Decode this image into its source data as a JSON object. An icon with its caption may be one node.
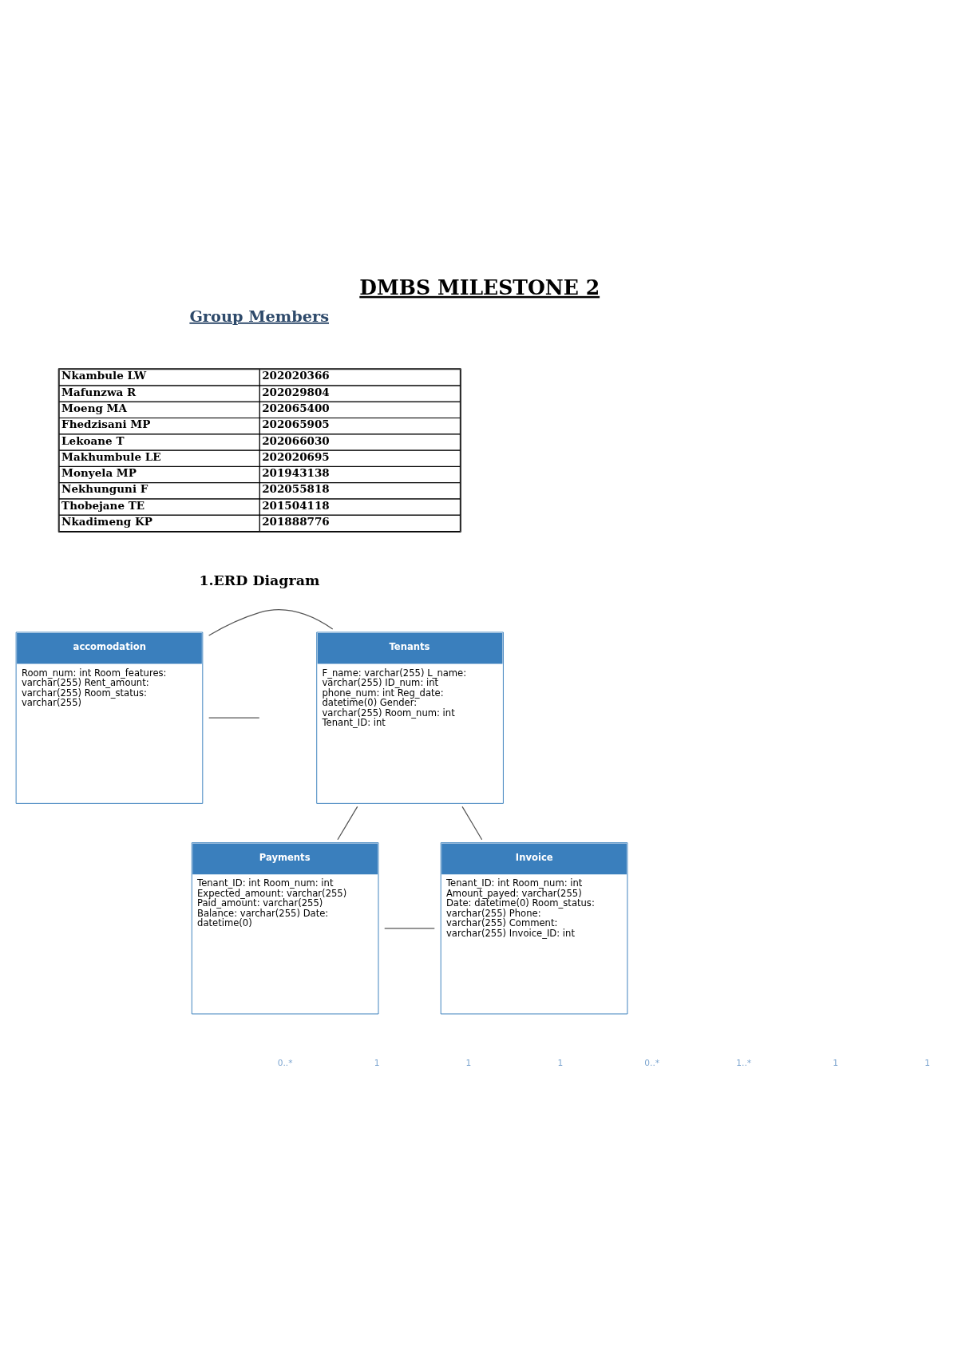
{
  "diagram": {
    "title": "DMBS MILESTONE 2",
    "nodes": [
      {
        "text": [
          "accomodation",
          "Room_num: int Room_features: varchar(255) Rent_amount: varchar(255) Room_status: varchar(255)"
        ]
      },
      {
        "text": [
          "Tenants",
          "F_name: varchar(255) L_name: varchar(255) ID_num: int phone_num: int Reg_date: datetime(0) Gender: varchar(255) Room_num: int Tenant_ID: int"
        ]
      },
      {
        "text": [
          "Payments",
          "Tenant_ID: int Room_num: int Expected_amount: varchar(255) Paid_amount: varchar(255) Balance: varchar(255) Date: datetime(0)"
        ]
      },
      {
        "text": [
          "Invoice",
          "Tenant_ID: int Room_num: int Amount_payed: varchar(255) Date: datetime(0) Room_status: varchar(255) Phone: varchar(255) Comment: varchar(255) Invoice_ID: int"
        ]
      }
    ],
    "edges": [
      {
        "from": 0,
        "to": null,
        "arrow": "none"
      },
      {
        "from": 0,
        "to": 1,
        "arrow": "none"
      },
      {
        "from": 1,
        "to": 2,
        "arrow": "none"
      },
      {
        "from": 1,
        "to": 3,
        "arrow": "none"
      },
      {
        "from": 2,
        "to": 3,
        "arrow": "none"
      }
    ],
    "labels": [
      "Group Members",
      "Nkambule LW",
      "202020366",
      "Mafunzwa R",
      "202029804",
      "Moeng MA",
      "202065400",
      "Fhedzisani MP",
      "202065905",
      "Lekoane T",
      "202066030",
      "Makhumbule LE",
      "202020695",
      "Monyela MP",
      "201943138",
      "Nekhunguni F",
      "202055818",
      "Thobejane TE",
      "201504118",
      "Nkadimeng KP",
      "201888776",
      "1.ERD Diagram",
      "0..*",
      "1",
      "1",
      "1",
      "0..*",
      "1..*",
      "1",
      "1"
    ]
  }
}
